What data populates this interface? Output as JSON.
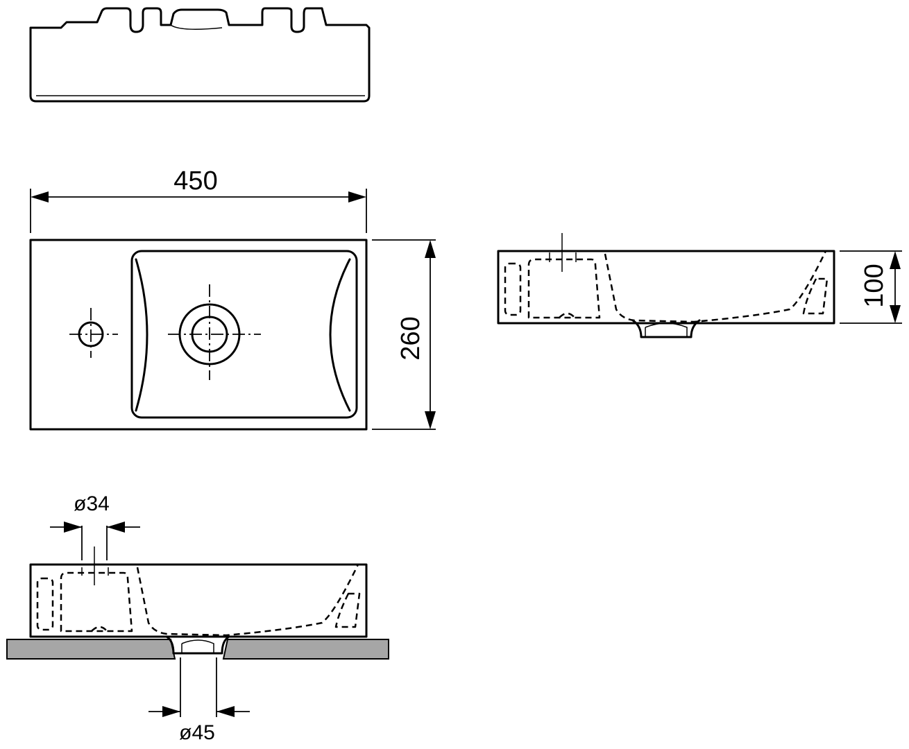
{
  "drawing": {
    "views": [
      "top-edge-view",
      "plan-view",
      "side-section-view",
      "installed-section-view"
    ],
    "dimensions": {
      "width": "450",
      "depth": "260",
      "height": "100",
      "tap_hole": "ø34",
      "drain_hole": "ø45"
    },
    "colors": {
      "line": "#000000",
      "countertop": "#a6a6a6",
      "background": "#ffffff"
    }
  }
}
